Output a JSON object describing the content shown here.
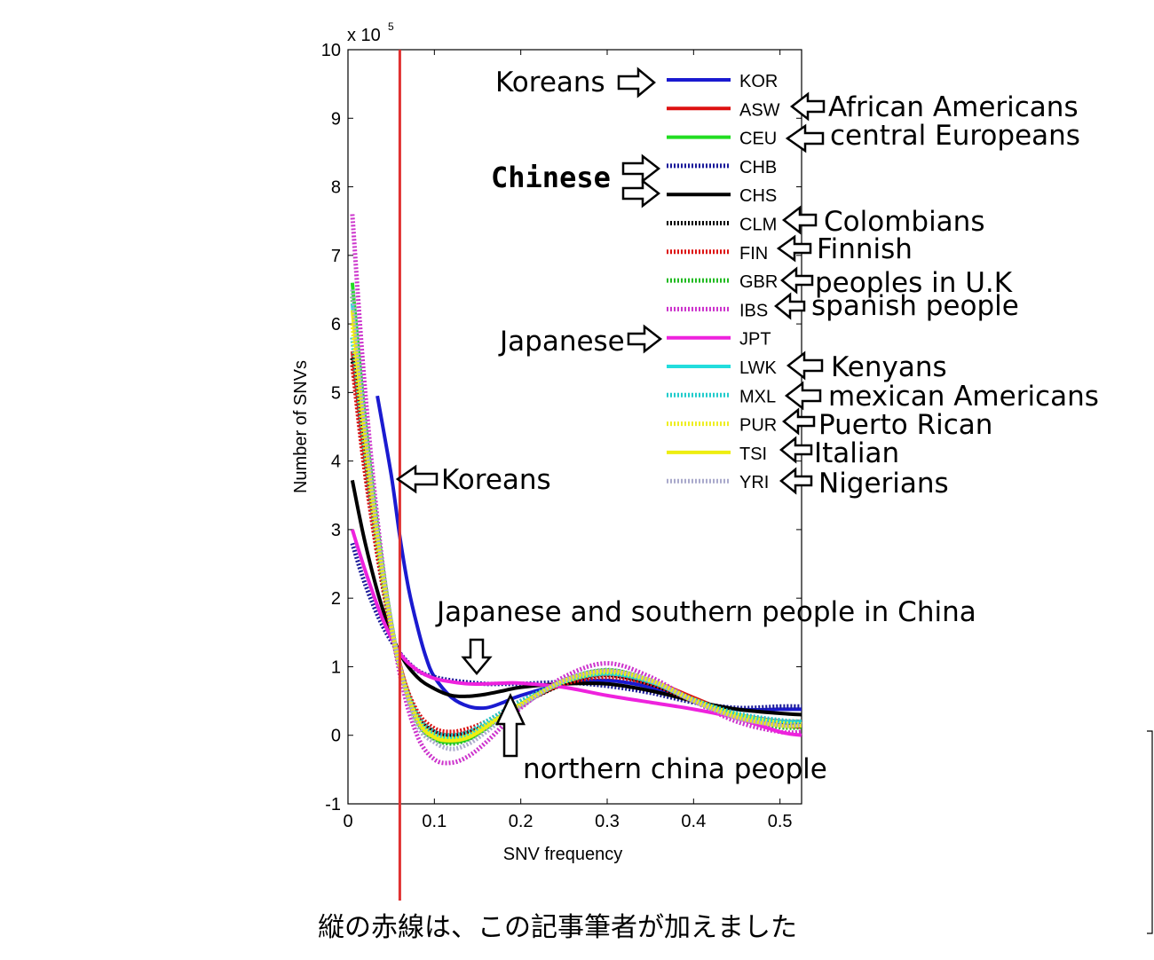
{
  "chart_data": {
    "type": "line",
    "xlabel": "SNV frequency",
    "ylabel": "Number of SNVs",
    "y_multiplier": "x 10",
    "y_exponent": "5",
    "xlim": [
      0,
      0.525
    ],
    "ylim": [
      -1,
      10
    ],
    "x_ticks": [
      0,
      0.1,
      0.2,
      0.3,
      0.4,
      0.5
    ],
    "x_tick_labels": [
      "0",
      "0.1",
      "0.2",
      "0.3",
      "0.4",
      "0.5"
    ],
    "y_ticks": [
      -1,
      0,
      1,
      2,
      3,
      4,
      5,
      6,
      7,
      8,
      9,
      10
    ],
    "y_tick_labels": [
      "-1",
      "0",
      "1",
      "2",
      "3",
      "4",
      "5",
      "6",
      "7",
      "8",
      "9",
      "10"
    ],
    "legend_position": "top-right",
    "vertical_marker": {
      "x": 0.06,
      "color": "#e03030"
    },
    "series": [
      {
        "name": "KOR",
        "color": "#1a1ad0",
        "dash": "solid",
        "x": [
          0.034,
          0.05,
          0.06,
          0.07,
          0.08,
          0.09,
          0.1,
          0.12,
          0.14,
          0.16,
          0.18,
          0.2,
          0.25,
          0.3,
          0.35,
          0.4,
          0.45,
          0.5,
          0.525
        ],
        "y": [
          4.95,
          3.8,
          2.9,
          2.15,
          1.6,
          1.15,
          0.85,
          0.55,
          0.42,
          0.4,
          0.48,
          0.58,
          0.75,
          0.8,
          0.7,
          0.5,
          0.38,
          0.38,
          0.38
        ]
      },
      {
        "name": "ASW",
        "color": "#dd1111",
        "dash": "solid",
        "x": [
          0.005,
          0.02,
          0.04,
          0.06,
          0.08,
          0.1,
          0.12,
          0.14,
          0.16,
          0.18,
          0.2,
          0.25,
          0.3,
          0.35,
          0.4,
          0.45,
          0.5,
          0.525
        ],
        "y": [
          5.6,
          4.0,
          2.3,
          1.05,
          0.3,
          0.05,
          0.0,
          0.05,
          0.15,
          0.3,
          0.45,
          0.75,
          0.9,
          0.8,
          0.55,
          0.3,
          0.15,
          0.12
        ]
      },
      {
        "name": "CEU",
        "color": "#22dd22",
        "dash": "solid",
        "x": [
          0.005,
          0.02,
          0.04,
          0.06,
          0.08,
          0.1,
          0.12,
          0.14,
          0.16,
          0.18,
          0.2,
          0.25,
          0.3,
          0.35,
          0.4,
          0.45,
          0.5,
          0.525
        ],
        "y": [
          6.6,
          4.6,
          2.5,
          1.0,
          0.2,
          -0.05,
          -0.1,
          -0.05,
          0.1,
          0.3,
          0.45,
          0.8,
          0.95,
          0.8,
          0.5,
          0.25,
          0.15,
          0.15
        ]
      },
      {
        "name": "CHB",
        "color": "#1a1a9a",
        "dash": "dotted",
        "x": [
          0.005,
          0.02,
          0.04,
          0.06,
          0.08,
          0.1,
          0.12,
          0.14,
          0.16,
          0.18,
          0.2,
          0.25,
          0.3,
          0.35,
          0.4,
          0.45,
          0.5,
          0.525
        ],
        "y": [
          2.8,
          2.2,
          1.6,
          1.2,
          0.95,
          0.85,
          0.8,
          0.77,
          0.75,
          0.75,
          0.75,
          0.77,
          0.72,
          0.62,
          0.48,
          0.4,
          0.42,
          0.42
        ]
      },
      {
        "name": "CHS",
        "color": "#000000",
        "dash": "solid",
        "x": [
          0.005,
          0.02,
          0.04,
          0.06,
          0.08,
          0.1,
          0.12,
          0.14,
          0.16,
          0.18,
          0.2,
          0.25,
          0.3,
          0.35,
          0.4,
          0.45,
          0.5,
          0.525
        ],
        "y": [
          3.72,
          2.8,
          1.85,
          1.2,
          0.85,
          0.68,
          0.58,
          0.57,
          0.6,
          0.65,
          0.7,
          0.75,
          0.75,
          0.65,
          0.5,
          0.38,
          0.32,
          0.3
        ]
      },
      {
        "name": "CLM",
        "color": "#000000",
        "dash": "dotted",
        "x": [
          0.005,
          0.02,
          0.04,
          0.06,
          0.08,
          0.1,
          0.12,
          0.14,
          0.16,
          0.18,
          0.2,
          0.25,
          0.3,
          0.35,
          0.4,
          0.45,
          0.5,
          0.525
        ],
        "y": [
          5.5,
          3.9,
          2.2,
          1.0,
          0.3,
          0.05,
          0.0,
          0.05,
          0.15,
          0.3,
          0.45,
          0.75,
          0.88,
          0.75,
          0.5,
          0.3,
          0.2,
          0.18
        ]
      },
      {
        "name": "FIN",
        "color": "#dd1111",
        "dash": "dotted",
        "x": [
          0.005,
          0.02,
          0.04,
          0.06,
          0.08,
          0.1,
          0.12,
          0.14,
          0.16,
          0.18,
          0.2,
          0.25,
          0.3,
          0.35,
          0.4,
          0.45,
          0.5,
          0.525
        ],
        "y": [
          5.4,
          3.8,
          2.2,
          1.0,
          0.35,
          0.1,
          0.05,
          0.1,
          0.2,
          0.35,
          0.5,
          0.75,
          0.85,
          0.75,
          0.5,
          0.3,
          0.2,
          0.2
        ]
      },
      {
        "name": "GBR",
        "color": "#22bb22",
        "dash": "dotted",
        "x": [
          0.005,
          0.02,
          0.04,
          0.06,
          0.08,
          0.1,
          0.12,
          0.14,
          0.16,
          0.18,
          0.2,
          0.25,
          0.3,
          0.35,
          0.4,
          0.45,
          0.5,
          0.525
        ],
        "y": [
          6.4,
          4.5,
          2.4,
          1.0,
          0.2,
          -0.05,
          -0.12,
          -0.05,
          0.1,
          0.3,
          0.45,
          0.8,
          0.95,
          0.8,
          0.5,
          0.25,
          0.12,
          0.12
        ]
      },
      {
        "name": "IBS",
        "color": "#cc33cc",
        "dash": "dotted",
        "x": [
          0.005,
          0.02,
          0.04,
          0.06,
          0.08,
          0.1,
          0.12,
          0.14,
          0.16,
          0.18,
          0.2,
          0.25,
          0.3,
          0.35,
          0.4,
          0.45,
          0.5,
          0.525
        ],
        "y": [
          7.6,
          5.0,
          2.5,
          0.9,
          0.0,
          -0.35,
          -0.4,
          -0.3,
          -0.1,
          0.15,
          0.4,
          0.85,
          1.05,
          0.85,
          0.5,
          0.2,
          0.05,
          0.05
        ]
      },
      {
        "name": "JPT",
        "color": "#ee22dd",
        "dash": "solid",
        "x": [
          0.005,
          0.02,
          0.04,
          0.06,
          0.08,
          0.1,
          0.12,
          0.14,
          0.16,
          0.18,
          0.2,
          0.25,
          0.3,
          0.35,
          0.4,
          0.45,
          0.5,
          0.525
        ],
        "y": [
          3.0,
          2.4,
          1.7,
          1.2,
          0.95,
          0.83,
          0.78,
          0.75,
          0.75,
          0.76,
          0.76,
          0.7,
          0.58,
          0.48,
          0.38,
          0.25,
          0.05,
          0.0
        ]
      },
      {
        "name": "LWK",
        "color": "#22dddd",
        "dash": "solid",
        "x": [
          0.005,
          0.02,
          0.04,
          0.06,
          0.08,
          0.1,
          0.12,
          0.14,
          0.16,
          0.18,
          0.2,
          0.25,
          0.3,
          0.35,
          0.4,
          0.45,
          0.5,
          0.525
        ],
        "y": [
          6.3,
          4.4,
          2.4,
          1.0,
          0.25,
          0.0,
          -0.05,
          0.0,
          0.15,
          0.3,
          0.45,
          0.78,
          0.9,
          0.78,
          0.5,
          0.3,
          0.2,
          0.2
        ]
      },
      {
        "name": "MXL",
        "color": "#22cccc",
        "dash": "dotted",
        "x": [
          0.005,
          0.02,
          0.04,
          0.06,
          0.08,
          0.1,
          0.12,
          0.14,
          0.16,
          0.18,
          0.2,
          0.25,
          0.3,
          0.35,
          0.4,
          0.45,
          0.5,
          0.525
        ],
        "y": [
          5.8,
          4.1,
          2.3,
          1.0,
          0.3,
          0.05,
          0.0,
          0.05,
          0.2,
          0.35,
          0.5,
          0.78,
          0.9,
          0.78,
          0.52,
          0.32,
          0.22,
          0.2
        ]
      },
      {
        "name": "PUR",
        "color": "#eeee22",
        "dash": "dotted",
        "x": [
          0.005,
          0.02,
          0.04,
          0.06,
          0.08,
          0.1,
          0.12,
          0.14,
          0.16,
          0.18,
          0.2,
          0.25,
          0.3,
          0.35,
          0.4,
          0.45,
          0.5,
          0.525
        ],
        "y": [
          6.0,
          4.2,
          2.3,
          1.0,
          0.25,
          0.0,
          -0.05,
          0.0,
          0.15,
          0.3,
          0.45,
          0.78,
          0.92,
          0.8,
          0.52,
          0.3,
          0.18,
          0.16
        ]
      },
      {
        "name": "TSI",
        "color": "#eeee11",
        "dash": "solid",
        "x": [
          0.005,
          0.02,
          0.04,
          0.06,
          0.08,
          0.1,
          0.12,
          0.14,
          0.16,
          0.18,
          0.2,
          0.25,
          0.3,
          0.35,
          0.4,
          0.45,
          0.5,
          0.525
        ],
        "y": [
          6.2,
          4.35,
          2.4,
          1.0,
          0.22,
          -0.03,
          -0.08,
          -0.03,
          0.12,
          0.3,
          0.45,
          0.8,
          0.94,
          0.8,
          0.5,
          0.26,
          0.14,
          0.14
        ]
      },
      {
        "name": "YRI",
        "color": "#aaaacc",
        "dash": "dotted",
        "x": [
          0.005,
          0.02,
          0.04,
          0.06,
          0.08,
          0.1,
          0.12,
          0.14,
          0.16,
          0.18,
          0.2,
          0.25,
          0.3,
          0.35,
          0.4,
          0.45,
          0.5,
          0.525
        ],
        "y": [
          6.5,
          4.5,
          2.45,
          1.0,
          0.15,
          -0.1,
          -0.2,
          -0.12,
          0.05,
          0.25,
          0.42,
          0.8,
          0.95,
          0.8,
          0.5,
          0.25,
          0.15,
          0.15
        ]
      }
    ]
  },
  "annotations": {
    "koreans_legend": "Koreans",
    "african_americans": "African Americans",
    "central_europeans": "central Europeans",
    "chinese": "Chinese",
    "colombians": "Colombians",
    "finnish": "Finnish",
    "peoples_uk": "peoples in U.K",
    "spanish_people": "spanish people",
    "japanese": "Japanese",
    "kenyans": "Kenyans",
    "mexican_americans": "mexican Americans",
    "puerto_rican": "Puerto Rican",
    "italian": "Italian",
    "nigerians": "Nigerians",
    "koreans_curve": "Koreans",
    "japanese_southern": "Japanese and southern people in China",
    "northern_china": "northern china people"
  },
  "caption": "縦の赤線は、この記事筆者が加えました"
}
